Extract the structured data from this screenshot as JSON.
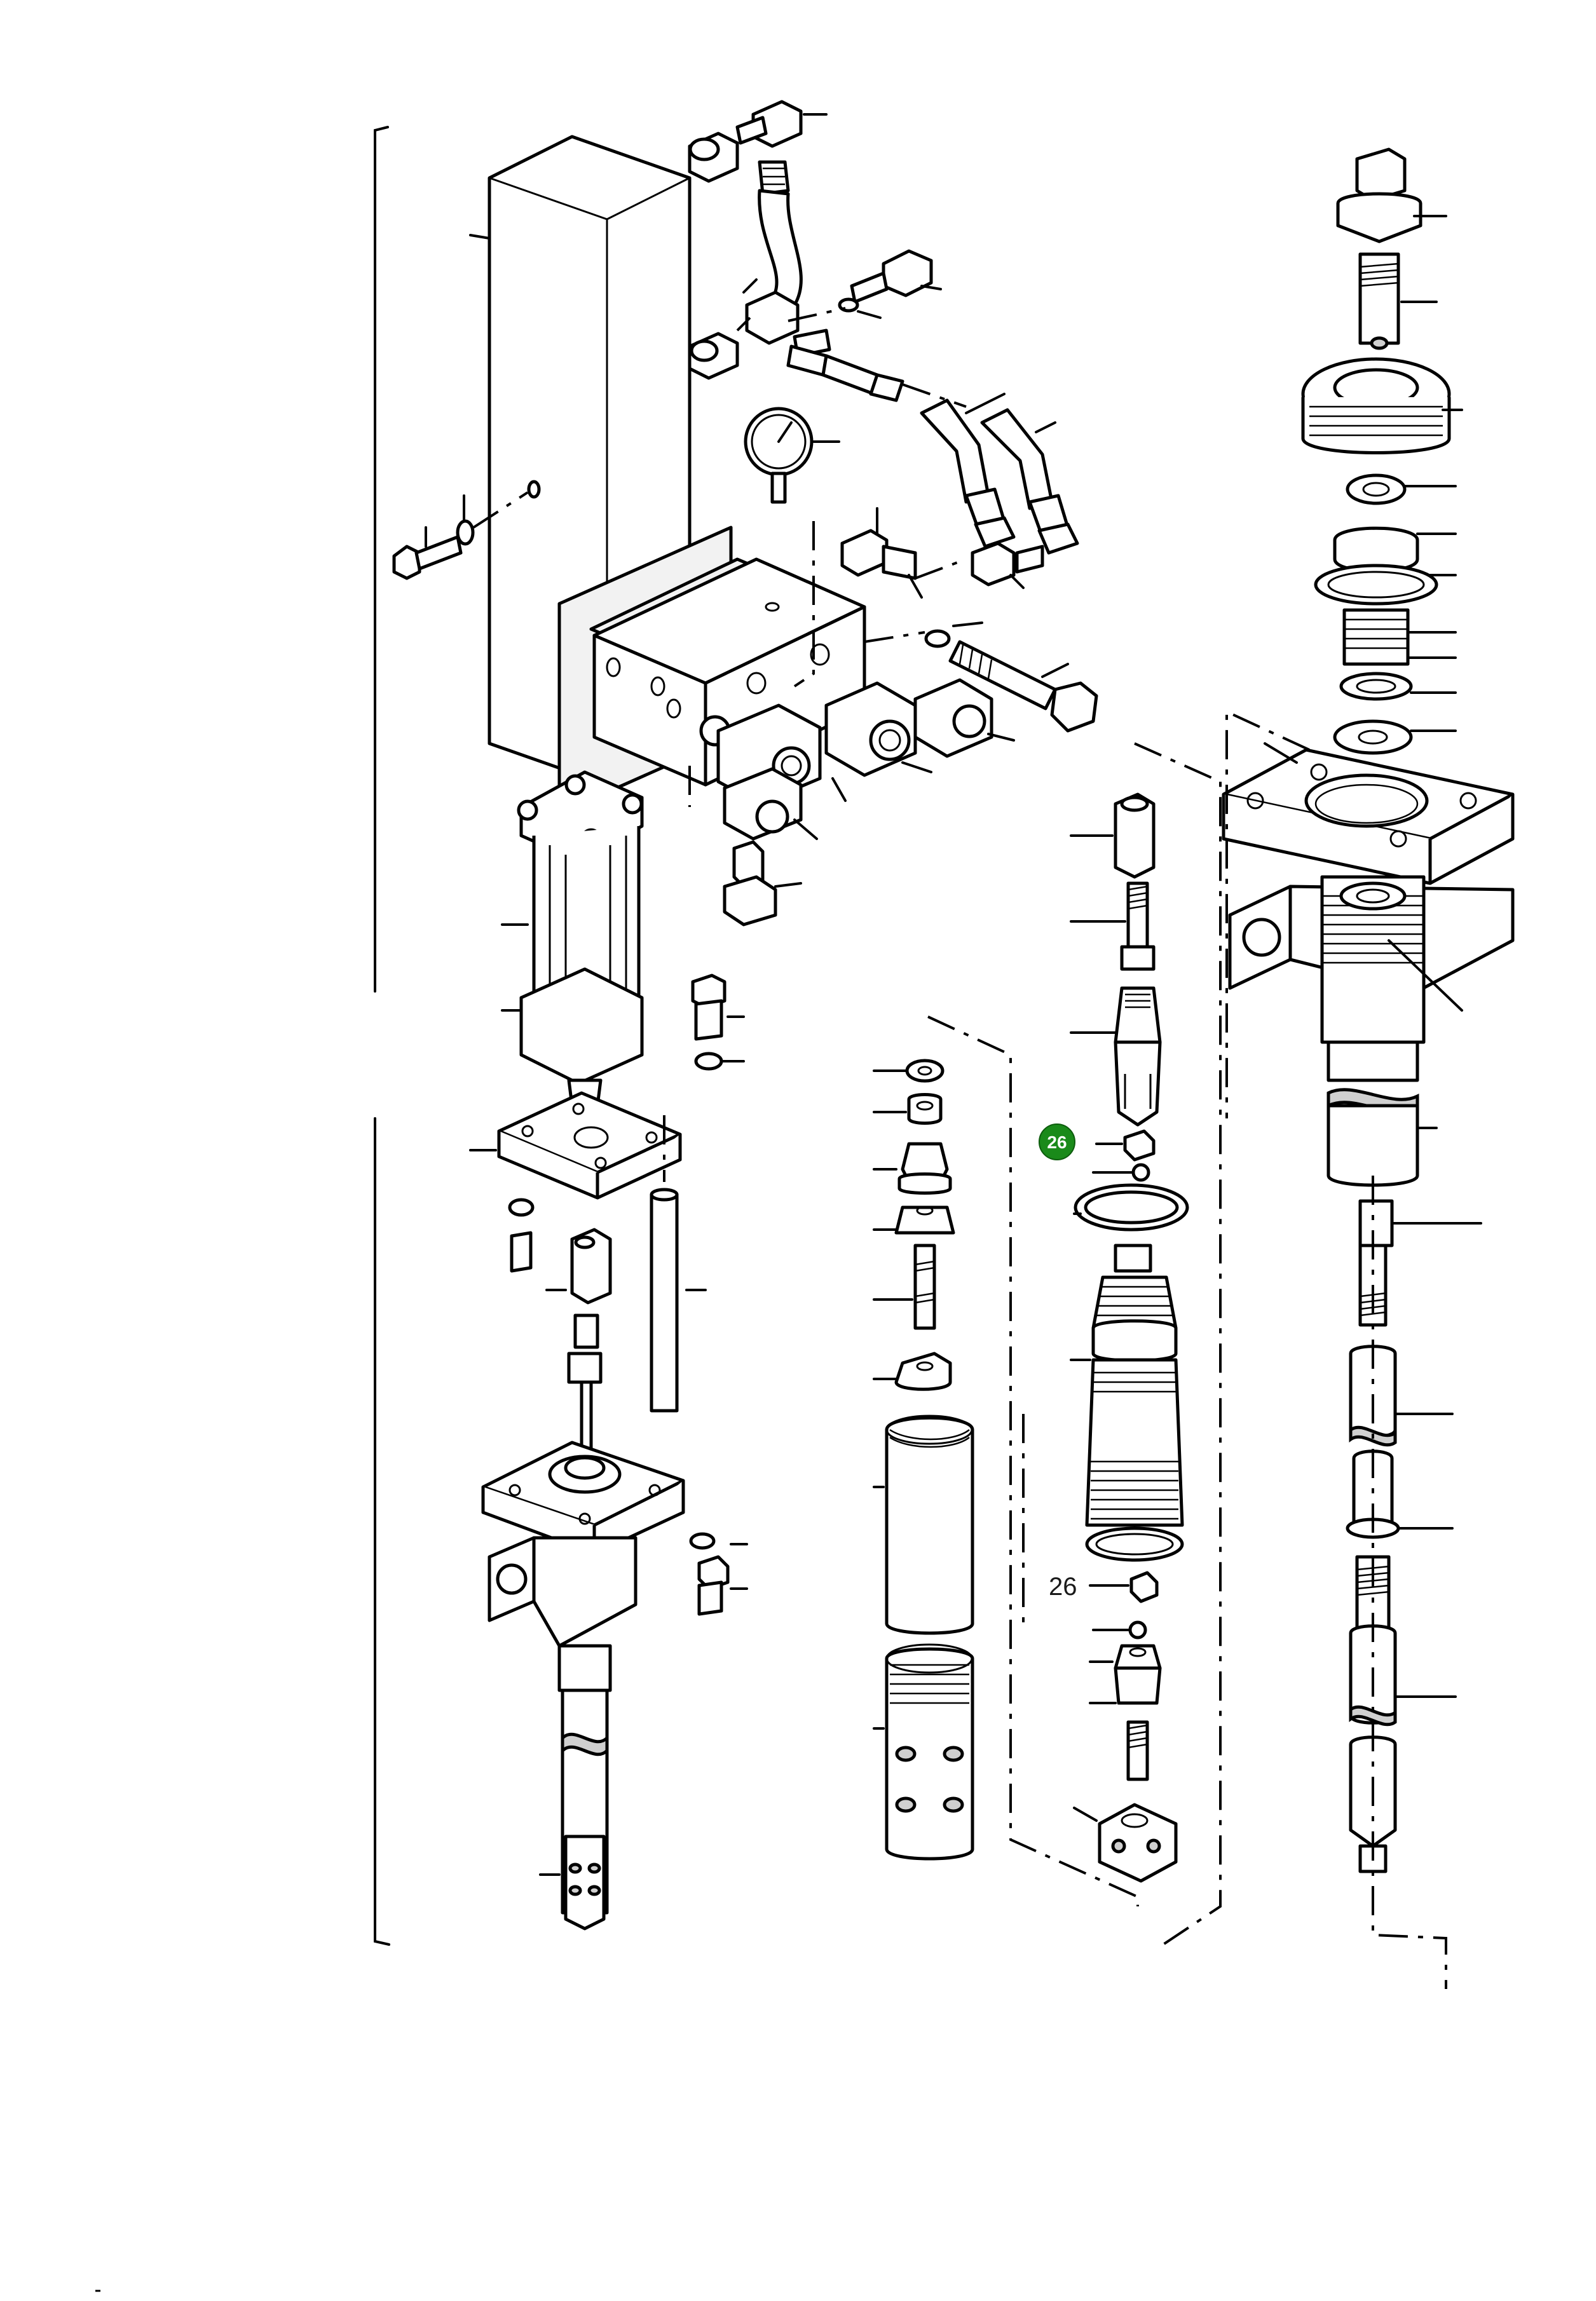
{
  "diagram": {
    "type": "exploded-parts-view",
    "highlight_color": "#1a8a1a",
    "callouts": [
      {
        "id": "callout-26-highlighted",
        "label": "26",
        "highlighted": true
      },
      {
        "id": "callout-26",
        "label": "26",
        "highlighted": false
      }
    ]
  }
}
